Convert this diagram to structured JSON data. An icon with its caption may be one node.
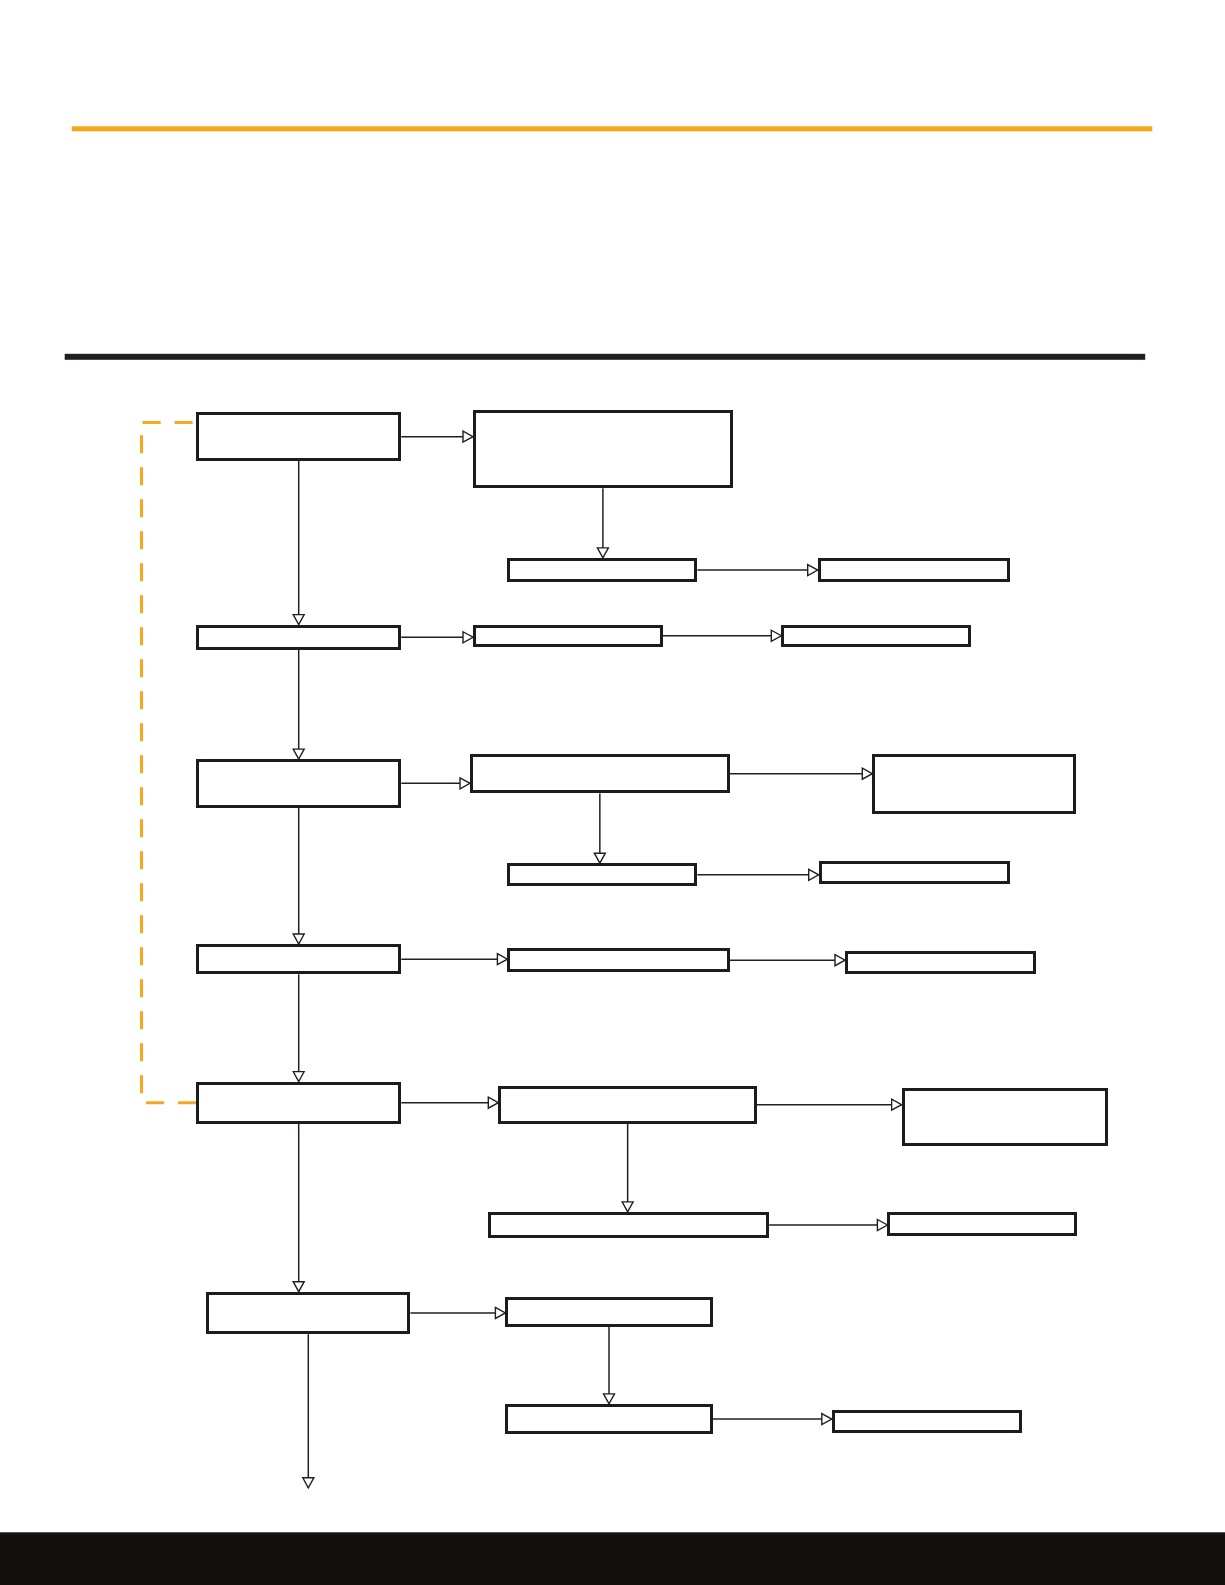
{
  "diagram": {
    "nodes": [
      {
        "text": [],
        "shape": "box"
      },
      {
        "text": [],
        "shape": "box"
      },
      {
        "text": [],
        "shape": "box"
      },
      {
        "text": [],
        "shape": "box"
      },
      {
        "text": [],
        "shape": "box"
      },
      {
        "text": [],
        "shape": "box"
      },
      {
        "text": [],
        "shape": "box"
      },
      {
        "text": [],
        "shape": "box"
      },
      {
        "text": [],
        "shape": "box"
      },
      {
        "text": [],
        "shape": "box"
      },
      {
        "text": [],
        "shape": "box"
      },
      {
        "text": [],
        "shape": "box"
      },
      {
        "text": [],
        "shape": "box"
      },
      {
        "text": [],
        "shape": "box"
      },
      {
        "text": [],
        "shape": "box"
      },
      {
        "text": [],
        "shape": "box"
      },
      {
        "text": [],
        "shape": "box"
      },
      {
        "text": [],
        "shape": "box"
      },
      {
        "text": [],
        "shape": "box"
      },
      {
        "text": [],
        "shape": "box"
      },
      {
        "text": [],
        "shape": "box"
      },
      {
        "text": [],
        "shape": "box"
      },
      {
        "text": [],
        "shape": "box"
      },
      {
        "text": [],
        "shape": "box"
      }
    ],
    "edges": [
      {
        "from": 0,
        "to": 1,
        "arrow": "to"
      },
      {
        "from": 1,
        "to": 2,
        "arrow": "to"
      },
      {
        "from": 2,
        "to": 3,
        "arrow": "to"
      },
      {
        "from": 0,
        "to": 4,
        "arrow": "to"
      },
      {
        "from": 4,
        "to": 5,
        "arrow": "to"
      },
      {
        "from": 5,
        "to": 6,
        "arrow": "to"
      },
      {
        "from": 4,
        "to": 7,
        "arrow": "to"
      },
      {
        "from": 7,
        "to": 8,
        "arrow": "to"
      },
      {
        "from": 8,
        "to": 9,
        "arrow": "to"
      },
      {
        "from": 8,
        "to": 10,
        "arrow": "to"
      },
      {
        "from": 10,
        "to": 11,
        "arrow": "to"
      },
      {
        "from": 7,
        "to": 12,
        "arrow": "to"
      },
      {
        "from": 12,
        "to": 13,
        "arrow": "to"
      },
      {
        "from": 13,
        "to": 14,
        "arrow": "to"
      },
      {
        "from": 12,
        "to": 15,
        "arrow": "to"
      },
      {
        "from": 15,
        "to": 16,
        "arrow": "to"
      },
      {
        "from": 16,
        "to": 17,
        "arrow": "to"
      },
      {
        "from": 16,
        "to": 18,
        "arrow": "to"
      },
      {
        "from": 18,
        "to": 19,
        "arrow": "to"
      },
      {
        "from": 15,
        "to": 20,
        "arrow": "to"
      },
      {
        "from": 20,
        "to": 21,
        "arrow": "to"
      },
      {
        "from": 21,
        "to": 22,
        "arrow": "to"
      },
      {
        "from": 22,
        "to": 23,
        "arrow": "to"
      },
      {
        "from": 20,
        "to": null,
        "arrow": "to"
      },
      {
        "from": 15,
        "to": 0,
        "arrow": "none",
        "style": "dashed",
        "color": "#f5a81c"
      }
    ]
  }
}
